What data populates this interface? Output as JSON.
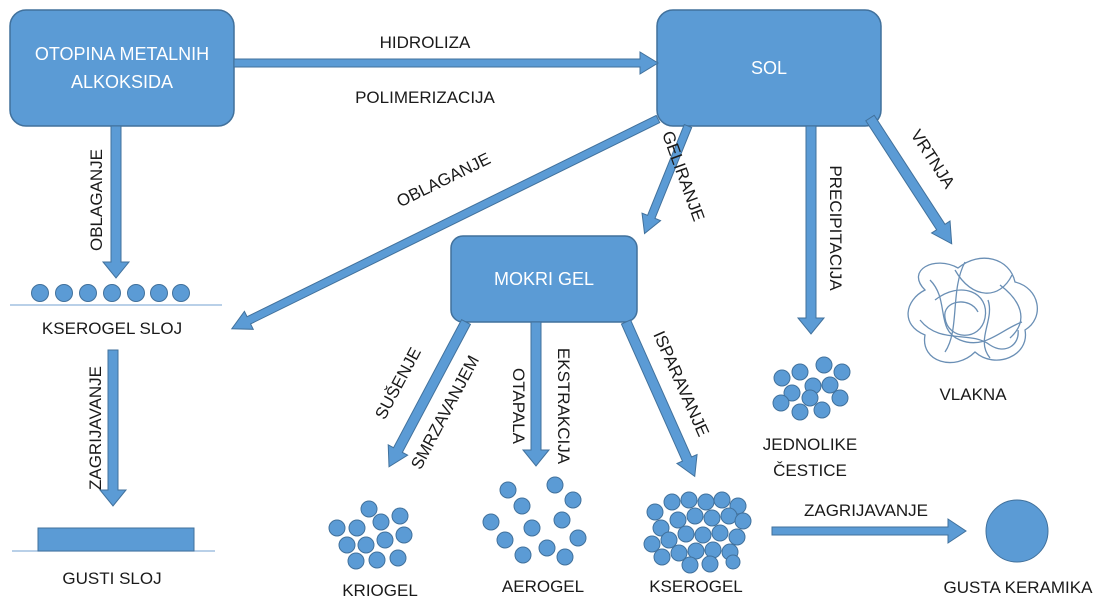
{
  "nodes": {
    "solution": [
      "OTOPINA METALNIH",
      "ALKOKSIDA"
    ],
    "sol": "SOL",
    "wet_gel": "MOKRI GEL"
  },
  "edges": {
    "hydrolysis": "HIDROLIZA",
    "polymerization": "POLIMERIZACIJA",
    "coating_left": "OBLAGANJE",
    "coating_diag": "OBLAGANJE",
    "gelation": "GELIRANJE",
    "precipitation": "PRECIPITACIJA",
    "spinning": "VRTNJA",
    "heating_left": "ZAGRIJAVANJE",
    "freeze_drying": [
      "SUŠENJE",
      "SMRZAVANJEM"
    ],
    "solvent_extraction": [
      "OTAPALA",
      "EKSTRAKCIJA"
    ],
    "evaporation": "ISPARAVANJE",
    "heating_right": "ZAGRIJAVANJE"
  },
  "outputs": {
    "xerogel_film": "KSEROGEL SLOJ",
    "dense_film": "GUSTI SLOJ",
    "cryogel": "KRIOGEL",
    "aerogel": "AEROGEL",
    "xerogel": "KSEROGEL",
    "uniform_particles": [
      "JEDNOLIKE",
      "ČESTICE"
    ],
    "fibers": "VLAKNA",
    "dense_ceramic": "GUSTA KERAMIKA"
  },
  "colors": {
    "fill": "#5b9bd5",
    "stroke": "#41719c",
    "text": "#1a1a1a"
  }
}
